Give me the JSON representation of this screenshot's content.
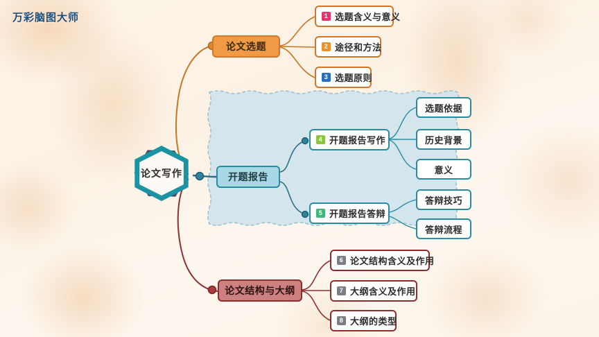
{
  "watermark": {
    "text": "万彩脑图大师",
    "color": "#1f4e79"
  },
  "center": {
    "label": "论文写作",
    "border_color": "#1a93a3",
    "back_color": "#4e4d68"
  },
  "region": {
    "name": "开题报告区域",
    "fill": "#cfe3ec",
    "border": "#9fc0cf"
  },
  "branches": [
    {
      "id": "topic",
      "label": "论文选题",
      "fill": "#ef9a45",
      "border": "#d4762a",
      "text_color": "#3a2a14",
      "line_color": "#c8761f",
      "children": [
        {
          "label": "选题含义与意义",
          "badge": "1",
          "badge_color": "#e0386b",
          "border": "#d4762a",
          "fill": "#ffffff",
          "text_color": "#2b2b2b"
        },
        {
          "label": "途径和方法",
          "badge": "2",
          "badge_color": "#e8922f",
          "border": "#d4762a",
          "fill": "#ffffff",
          "text_color": "#2b2b2b"
        },
        {
          "label": "选题原则",
          "badge": "3",
          "badge_color": "#2b6fc0",
          "border": "#d4762a",
          "fill": "#ffffff",
          "text_color": "#2b2b2b"
        }
      ]
    },
    {
      "id": "proposal",
      "label": "开题报告",
      "fill": "#a8d8e6",
      "border": "#2a8ba0",
      "text_color": "#243b43",
      "line_color": "#2a6f85",
      "children": [
        {
          "label": "开题报告写作",
          "badge": "4",
          "badge_color": "#8cc63f",
          "border": "#2a8ba0",
          "fill": "#ffffff",
          "text_color": "#2b2b2b",
          "leaves": [
            {
              "label": "选题依据",
              "border": "#2a8ba0",
              "fill": "#ffffff",
              "text_color": "#2b2b2b"
            },
            {
              "label": "历史背景",
              "border": "#2a8ba0",
              "fill": "#ffffff",
              "text_color": "#2b2b2b"
            },
            {
              "label": "意义",
              "border": "#2a8ba0",
              "fill": "#ffffff",
              "text_color": "#2b2b2b"
            }
          ]
        },
        {
          "label": "开题报告答辩",
          "badge": "5",
          "badge_color": "#3cb878",
          "border": "#2a8ba0",
          "fill": "#ffffff",
          "text_color": "#2b2b2b",
          "leaves": [
            {
              "label": "答辩技巧",
              "border": "#2a8ba0",
              "fill": "#ffffff",
              "text_color": "#2b2b2b"
            },
            {
              "label": "答辩流程",
              "border": "#2a8ba0",
              "fill": "#ffffff",
              "text_color": "#2b2b2b"
            }
          ]
        }
      ]
    },
    {
      "id": "structure",
      "label": "论文结构与大纲",
      "fill": "#cd8080",
      "border": "#8f2c2c",
      "text_color": "#2b1414",
      "line_color": "#8f3030",
      "children": [
        {
          "label": "论文结构含义及作用",
          "badge": "6",
          "badge_color": "#7a7f85",
          "border": "#8f2c2c",
          "fill": "#ffffff",
          "text_color": "#2b2b2b"
        },
        {
          "label": "大纲含义及作用",
          "badge": "7",
          "badge_color": "#7a7f85",
          "border": "#8f2c2c",
          "fill": "#ffffff",
          "text_color": "#2b2b2b"
        },
        {
          "label": "大纲的类型",
          "badge": "8",
          "badge_color": "#7a7f85",
          "border": "#8f2c2c",
          "fill": "#ffffff",
          "text_color": "#2b2b2b"
        }
      ]
    }
  ]
}
